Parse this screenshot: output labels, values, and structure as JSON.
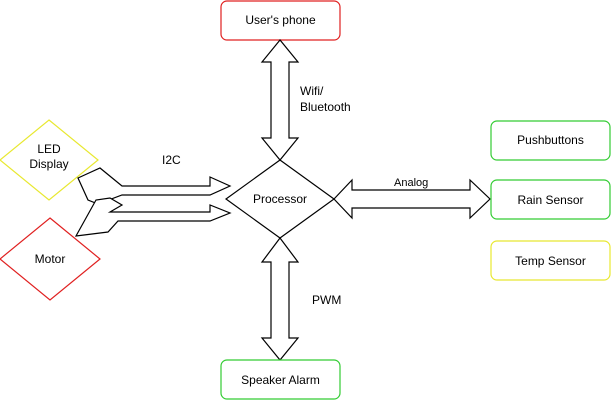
{
  "colors": {
    "red": "#e02020",
    "green": "#33cc33",
    "yellow": "#e8e830",
    "black": "#000000"
  },
  "nodes": {
    "users_phone": "User's phone",
    "led_display_line1": "LED",
    "led_display_line2": "Display",
    "motor": "Motor",
    "processor": "Processor",
    "pushbuttons": "Pushbuttons",
    "rain_sensor": "Rain Sensor",
    "temp_sensor": "Temp Sensor",
    "speaker_alarm": "Speaker Alarm"
  },
  "edges": {
    "wifi_line1": "Wifi/",
    "wifi_line2": "Bluetooth",
    "i2c": "I2C",
    "analog": "Analog",
    "pwm": "PWM"
  }
}
